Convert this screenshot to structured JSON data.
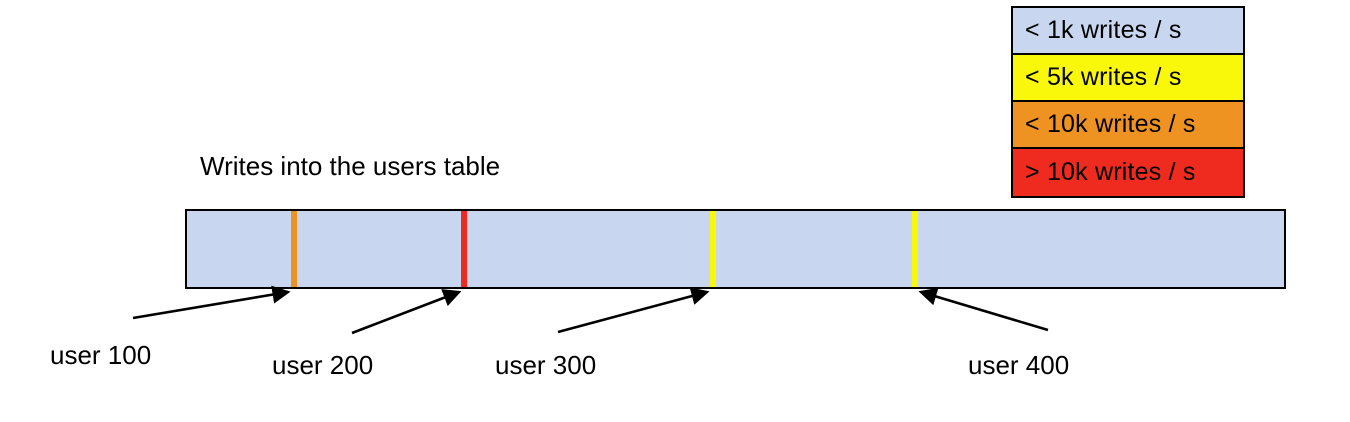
{
  "chart_data": {
    "type": "bar",
    "title": "Writes into the users table",
    "xlabel": "",
    "ylabel": "",
    "description": "Horizontal range bar representing the users table key space, shaded light blue (< 1k writes / s) with hot-spot marker lines at four user keys.",
    "base_color": "#C8D7EF",
    "base_legend": "< 1k writes / s",
    "categories": [
      "user 100",
      "user 200",
      "user 300",
      "user 400"
    ],
    "values": [
      "< 10k writes / s",
      "> 10k writes / s",
      "< 5k writes / s",
      "< 5k writes / s"
    ],
    "markers": [
      {
        "label": "user 100",
        "tier": "< 10k writes / s",
        "color": "#EE9322",
        "position_pct": 9.6
      },
      {
        "label": "user 200",
        "tier": "> 10k writes / s",
        "color": "#EE2B1E",
        "position_pct": 25.1
      },
      {
        "label": "user 300",
        "tier": "< 5k writes / s",
        "color": "#FAF80A",
        "position_pct": 47.7
      },
      {
        "label": "user 400",
        "tier": "< 5k writes / s",
        "color": "#FAF80A",
        "position_pct": 66.0
      }
    ]
  },
  "legend": {
    "title": "",
    "rows": [
      {
        "label": "< 1k writes / s",
        "color": "#C8D7EF"
      },
      {
        "label": "< 5k writes / s",
        "color": "#FAF80A"
      },
      {
        "label": "< 10k writes / s",
        "color": "#EE9322"
      },
      {
        "label": "> 10k writes / s",
        "color": "#EE2B1E"
      }
    ]
  },
  "annotations": [
    {
      "label": "user 100"
    },
    {
      "label": "user 200"
    },
    {
      "label": "user 300"
    },
    {
      "label": "user 400"
    }
  ]
}
